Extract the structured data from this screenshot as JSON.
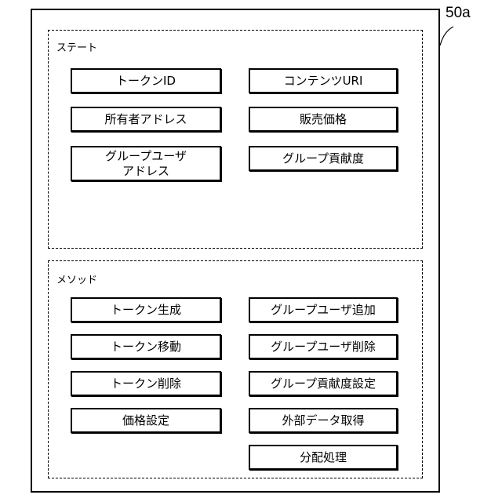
{
  "reference_label": "50a",
  "state": {
    "title": "ステート",
    "items": [
      "トークンID",
      "コンテンツURI",
      "所有者アドレス",
      "販売価格",
      "グループユーザ\nアドレス",
      "グループ貢献度"
    ]
  },
  "method": {
    "title": "メソッド",
    "items": [
      "トークン生成",
      "グループユーザ追加",
      "トークン移動",
      "グループユーザ削除",
      "トークン削除",
      "グループ貢献度設定",
      "価格設定",
      "外部データ取得",
      "分配処理"
    ]
  }
}
